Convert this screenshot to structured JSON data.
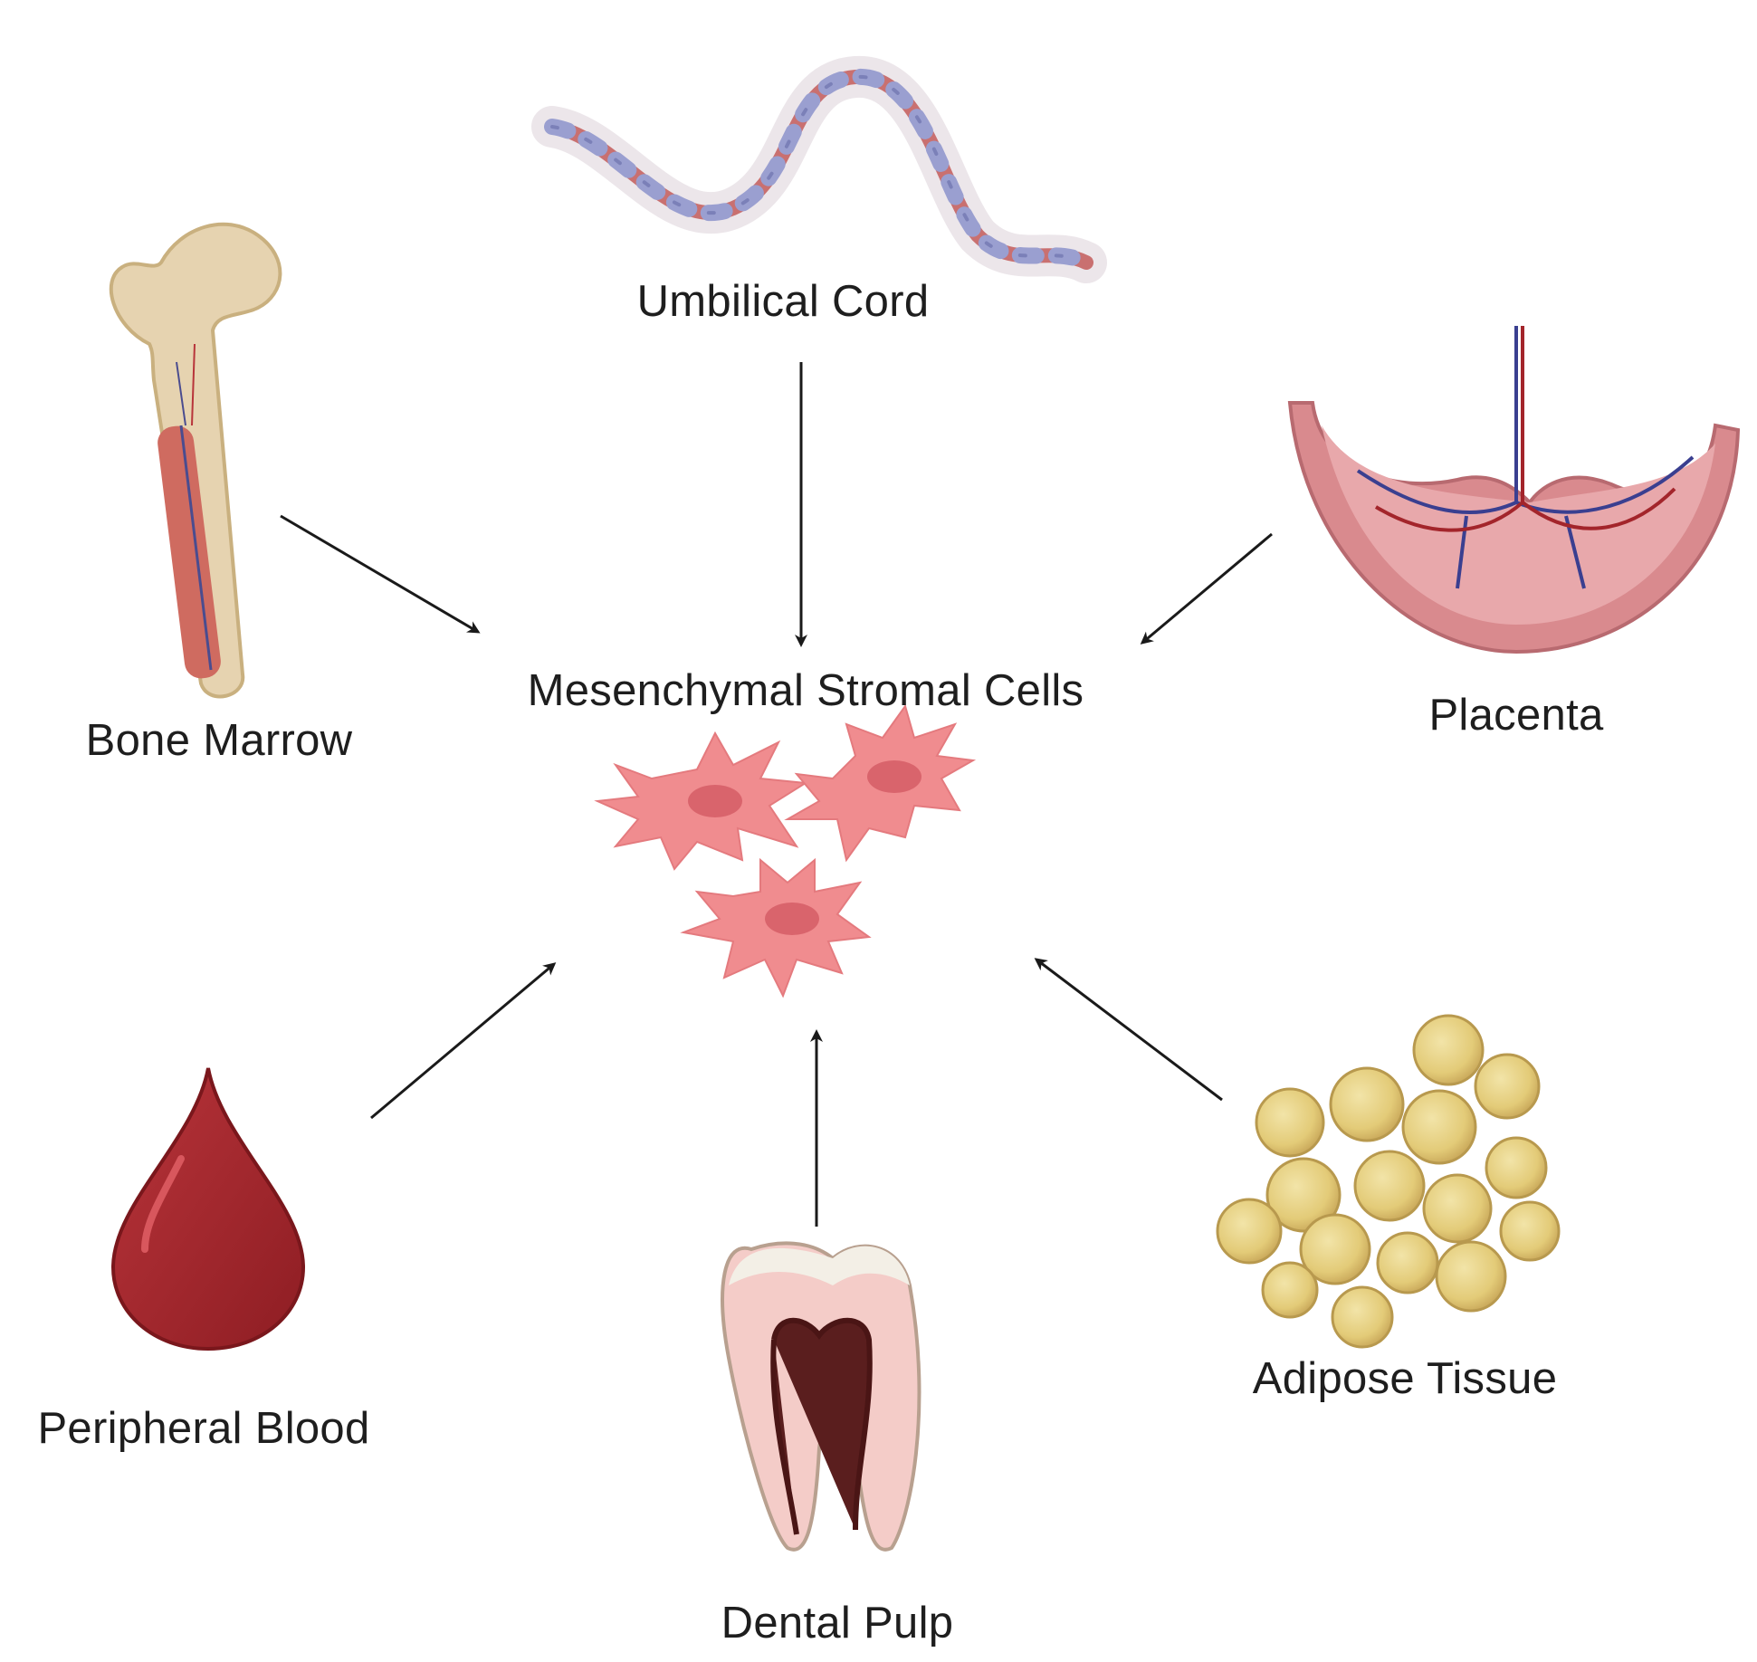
{
  "center": {
    "label": "Mesenchymal Stromal Cells"
  },
  "sources": {
    "umbilical_cord": "Umbilical Cord",
    "bone_marrow": "Bone Marrow",
    "placenta": "Placenta",
    "peripheral_blood": "Peripheral Blood",
    "dental_pulp": "Dental Pulp",
    "adipose_tissue": "Adipose Tissue"
  },
  "colors": {
    "arrow": "#1a1a1a",
    "cell_fill": "#f08c8f",
    "cell_nucleus": "#d9646c",
    "blood": "#a3252b",
    "bone": "#e6d3b0",
    "fat": "#e6d188",
    "placenta": "#d98a8e",
    "cord_red": "#c97070",
    "cord_blue": "#9a9fd0"
  }
}
